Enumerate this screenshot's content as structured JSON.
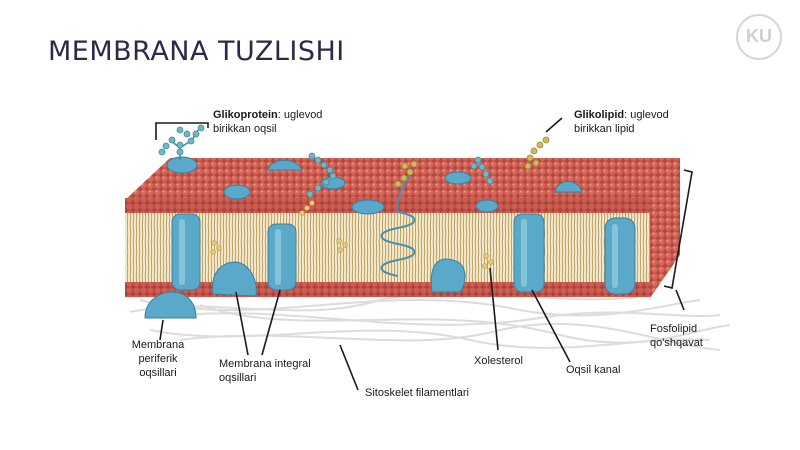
{
  "slide": {
    "title": "MEMBRANA TUZLISHI",
    "logo_text": "KU"
  },
  "labels": {
    "glycoprotein": {
      "term": "Glikoprotein",
      "rest": ": uglevod",
      "line2": "birikkan oqsil"
    },
    "glycolipid": {
      "term": "Glikolipid",
      "rest": ": uglevod",
      "line2": "birikkan lipid"
    },
    "peripheral": {
      "line1": "Membrana",
      "line2": "periferik",
      "line3": "oqsillari"
    },
    "integral": {
      "line1": "Membrana integral",
      "line2": "oqsillari"
    },
    "cytoskeleton": "Sitoskelet filamentlari",
    "cholesterol": "Xolesterol",
    "channel": "Oqsil kanal",
    "bilayer": {
      "line1": "Fosfolipid",
      "line2": "qo'shqavat"
    }
  },
  "colors": {
    "title": "#2a2a4a",
    "head": "#c9564b",
    "tail": "#b8964a",
    "protein": "#5aa9c9",
    "glycan": "#6fb7c4",
    "cholesterol": "#e6c977",
    "cytoskeleton": "#d9d9d9"
  }
}
